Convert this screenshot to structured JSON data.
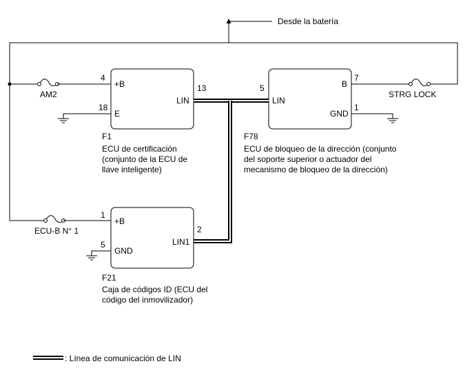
{
  "power_source": "Desde la batería",
  "fuses": {
    "am2": "AM2",
    "strg_lock": "STRG LOCK",
    "ecub": "ECU-B N° 1"
  },
  "f1": {
    "code": "F1",
    "desc": [
      "ECU de certificación",
      "(conjunto de la ECU de",
      "llave inteligente)"
    ],
    "pins": {
      "b": "+B",
      "e": "E",
      "lin": "LIN",
      "n_b": "4",
      "n_e": "18",
      "n_lin": "13"
    }
  },
  "f78": {
    "code": "F78",
    "desc": [
      "ECU de bloqueo de la dirección (conjunto",
      "del soporte superior o actuador del",
      "mecanismo de bloqueo de la dirección)"
    ],
    "pins": {
      "lin": "LIN",
      "b": "B",
      "gnd": "GND",
      "n_lin": "5",
      "n_b": "7",
      "n_gnd": "1"
    }
  },
  "f21": {
    "code": "F21",
    "desc": [
      "Caja de códigos ID (ECU del",
      "código del inmovilizador)"
    ],
    "pins": {
      "b": "+B",
      "gnd": "GND",
      "lin1": "LIN1",
      "n_b": "1",
      "n_gnd": "5",
      "n_lin1": "2"
    }
  },
  "legend": {
    "text": ": Línea de comunicación de LIN"
  }
}
